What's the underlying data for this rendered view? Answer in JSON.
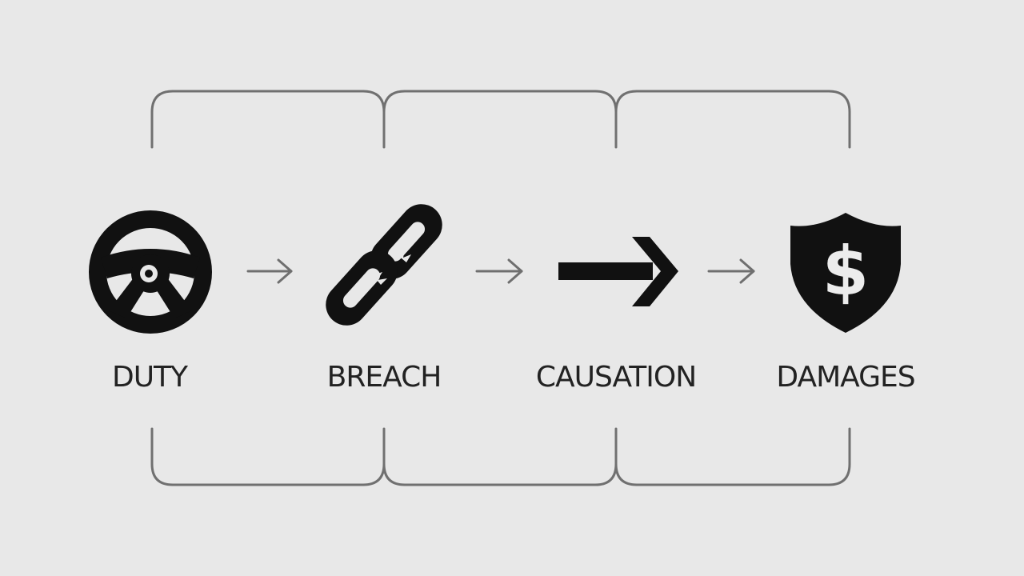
{
  "diagram": {
    "steps": [
      {
        "label": "DUTY",
        "icon": "steering-wheel-icon"
      },
      {
        "label": "BREACH",
        "icon": "broken-chain-icon"
      },
      {
        "label": "CAUSATION",
        "icon": "arrow-right-icon"
      },
      {
        "label": "DAMAGES",
        "icon": "shield-dollar-icon"
      }
    ],
    "connector_icon": "small-arrow-icon",
    "colors": {
      "background": "#e8e8e8",
      "icon": "#111111",
      "connector": "#6f6f6f",
      "bracket": "#707070",
      "text": "#222222"
    }
  }
}
